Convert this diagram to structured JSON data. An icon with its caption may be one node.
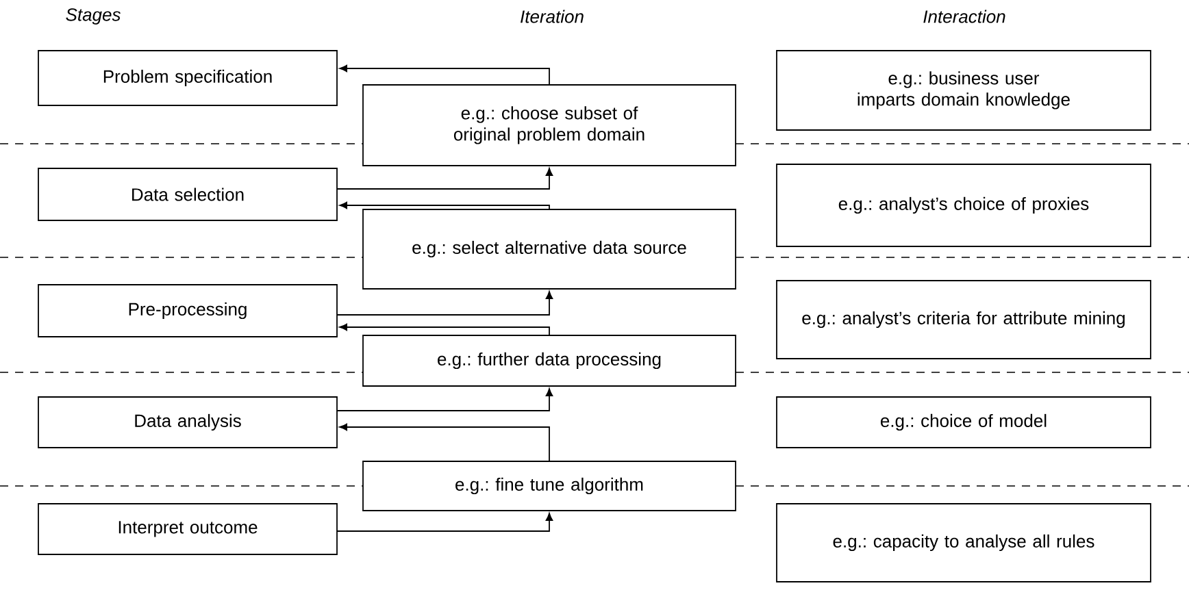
{
  "diagram": {
    "nodes": [
      {
        "text": [
          "Problem specification"
        ]
      },
      {
        "text": [
          "Data selection"
        ]
      },
      {
        "text": [
          "Pre-processing"
        ]
      },
      {
        "text": [
          "Data analysis"
        ]
      },
      {
        "text": [
          "Interpret outcome"
        ]
      },
      {
        "text": [
          "e.g.: choose subset of original problem domain"
        ]
      },
      {
        "text": [
          "e.g.: select alternative data source"
        ]
      },
      {
        "text": [
          "e.g.: further data processing"
        ]
      },
      {
        "text": [
          "e.g.: fine tune algorithm"
        ]
      },
      {
        "text": [
          "e.g.: business user imparts domain knowledge"
        ]
      },
      {
        "text": [
          "e.g.: analyst’s choice of proxies"
        ]
      },
      {
        "text": [
          "e.g.: analyst’s criteria for attribute mining"
        ]
      },
      {
        "text": [
          "e.g.: choice of model"
        ]
      },
      {
        "text": [
          "e.g.: capacity to analyse all rules"
        ]
      }
    ],
    "edges": [
      {
        "from": 4,
        "to": 8,
        "arrow": "to"
      },
      {
        "from": 8,
        "to": 3,
        "arrow": "to"
      },
      {
        "from": 3,
        "to": 7,
        "arrow": "to"
      },
      {
        "from": 7,
        "to": 2,
        "arrow": "to"
      },
      {
        "from": 2,
        "to": 6,
        "arrow": "to"
      },
      {
        "from": 6,
        "to": 1,
        "arrow": "to"
      },
      {
        "from": 1,
        "to": 5,
        "arrow": "to"
      },
      {
        "from": 5,
        "to": 0,
        "arrow": "to"
      }
    ],
    "labels": [
      "Stages",
      "Iteration",
      "Interaction"
    ]
  }
}
